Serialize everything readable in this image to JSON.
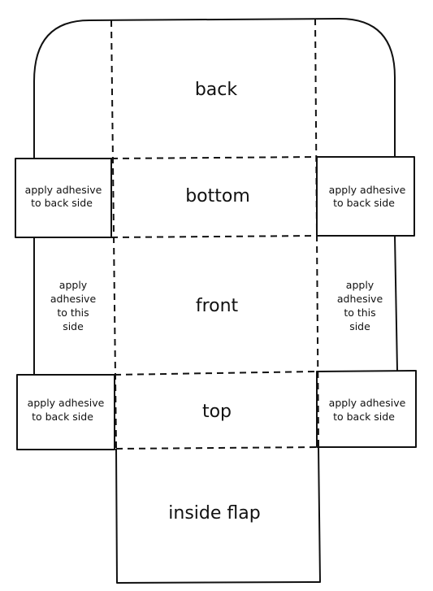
{
  "panels": {
    "back": "back",
    "bottom": "bottom",
    "front": "front",
    "top": "top",
    "inside_flap": "inside flap"
  },
  "tabs": {
    "bottom_left": [
      "apply adhesive",
      "to back side"
    ],
    "bottom_right": [
      "apply adhesive",
      "to back side"
    ],
    "top_left": [
      "apply adhesive",
      "to back side"
    ],
    "top_right": [
      "apply adhesive",
      "to back side"
    ],
    "front_left": [
      "apply",
      "adhesive",
      "to this",
      "side"
    ],
    "front_right": [
      "apply",
      "adhesive",
      "to this",
      "side"
    ]
  }
}
